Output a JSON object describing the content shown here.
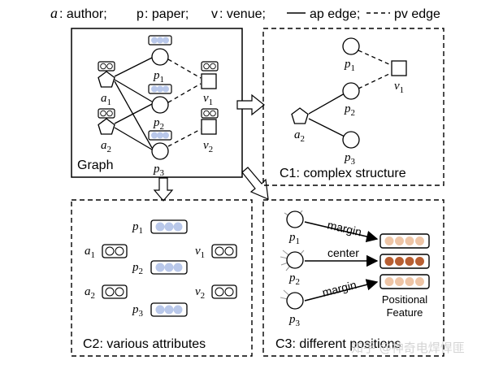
{
  "legend": {
    "a_sym": "a",
    "a_text": ": author;",
    "p_sym": "p",
    "p_text": ": paper;",
    "v_sym": "v",
    "v_text": ": venue;",
    "ap_text": "ap edge;",
    "pv_text": "pv edge"
  },
  "panels": {
    "graph": "Graph",
    "c1": "C1: complex structure",
    "c2": "C2: various attributes",
    "c3": "C3: different positions"
  },
  "nodes": {
    "a1": {
      "base": "a",
      "sub": "1"
    },
    "a2": {
      "base": "a",
      "sub": "2"
    },
    "p1": {
      "base": "p",
      "sub": "1"
    },
    "p2": {
      "base": "p",
      "sub": "2"
    },
    "p3": {
      "base": "p",
      "sub": "3"
    },
    "v1": {
      "base": "v",
      "sub": "1"
    },
    "v2": {
      "base": "v",
      "sub": "2"
    }
  },
  "c3_labels": {
    "margin_top": "margin",
    "center": "center",
    "margin_bottom": "margin",
    "feature_line1": "Positional",
    "feature_line2": "Feature"
  },
  "colors": {
    "attr_blue": "#b9c8ea",
    "pos_light": "#eec5a6",
    "pos_dark": "#b85f32",
    "spoke": "#9a9a9a"
  },
  "watermark": "知乎 @神奇电焊悍匪"
}
